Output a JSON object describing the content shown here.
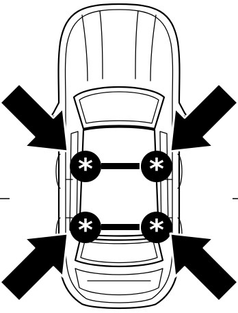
{
  "diagram": {
    "subject": "car-top-view",
    "markers": [
      {
        "position": "front-left",
        "symbol": "*"
      },
      {
        "position": "front-right",
        "symbol": "*"
      },
      {
        "position": "rear-left",
        "symbol": "*"
      },
      {
        "position": "rear-right",
        "symbol": "*"
      }
    ],
    "arrows": [
      {
        "from": "upper-left",
        "direction": "down-right"
      },
      {
        "from": "upper-right",
        "direction": "down-left"
      },
      {
        "from": "lower-left",
        "direction": "up-right"
      },
      {
        "from": "lower-right",
        "direction": "up-left"
      }
    ],
    "colors": {
      "ink": "#000000",
      "marker_fill": "#000000",
      "marker_symbol": "#ffffff",
      "background": "#ffffff"
    }
  }
}
